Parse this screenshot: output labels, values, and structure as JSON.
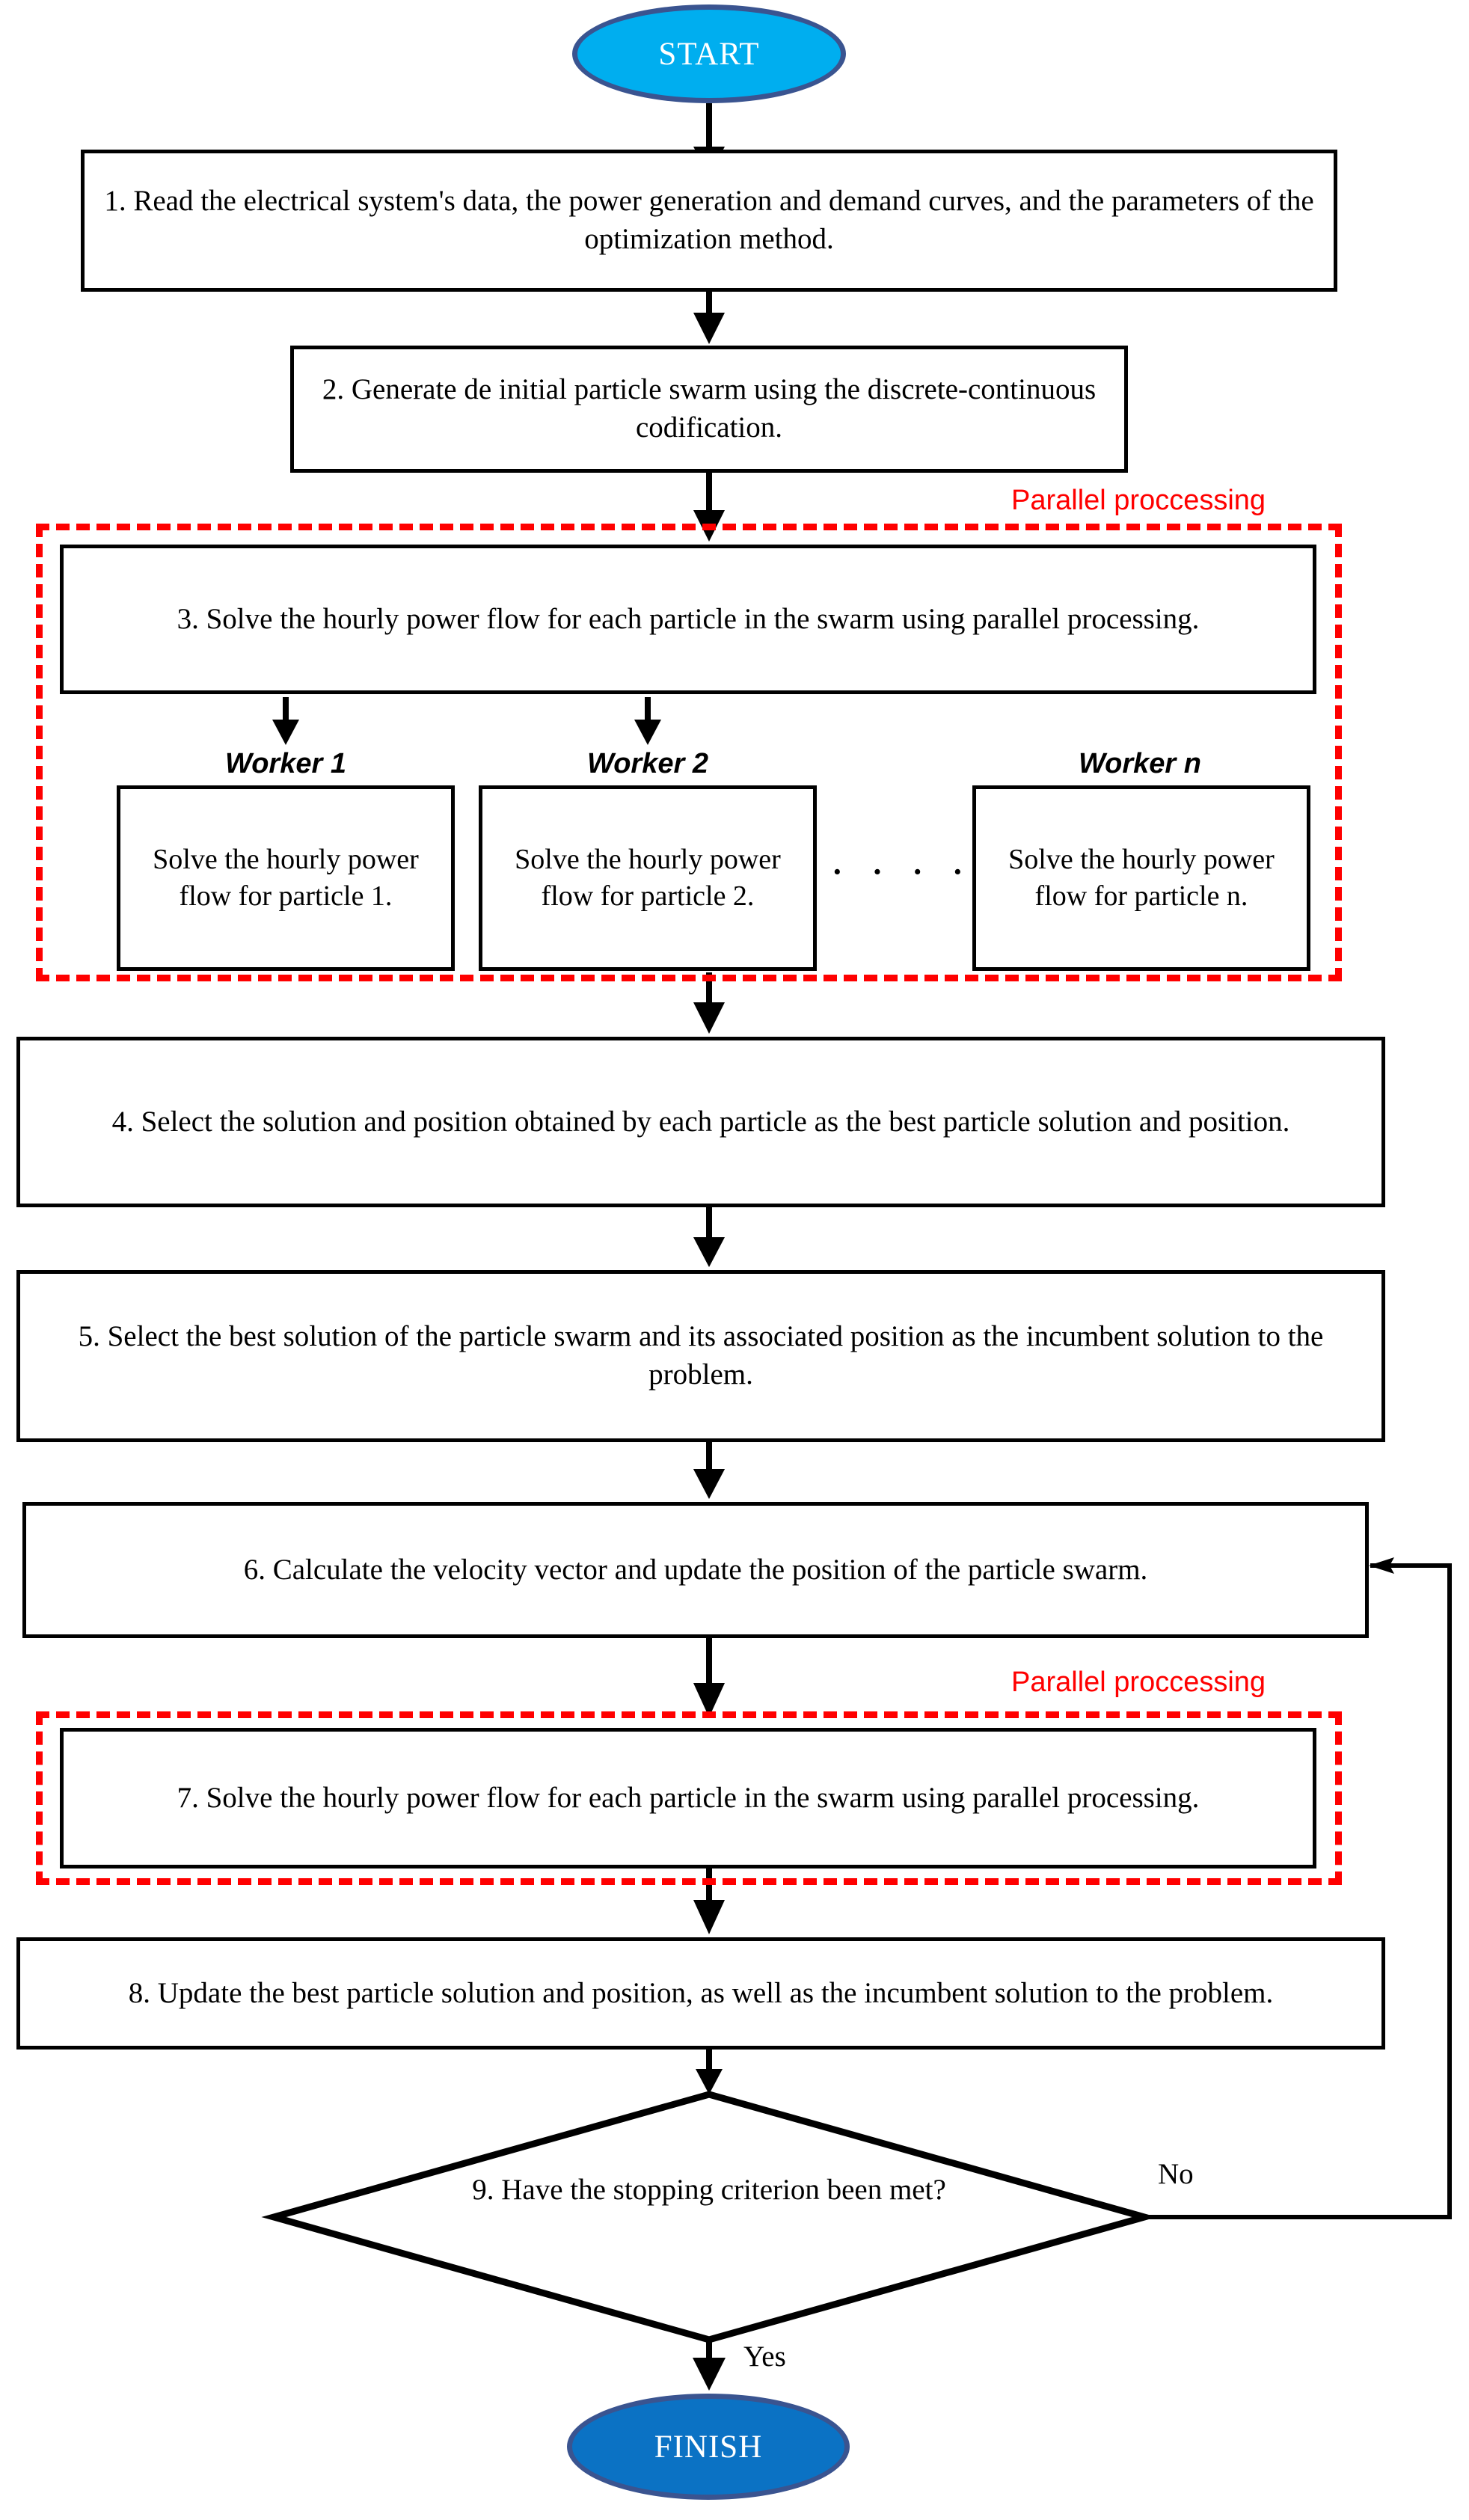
{
  "diagram": {
    "title": "Parallel PSO optimization flowchart",
    "colors": {
      "start_fill": "#00AEEF",
      "finish_fill": "#0B72C4",
      "terminal_border": "#3A5490",
      "parallel_accent": "#FF0000",
      "node_border": "#000000",
      "background": "#FFFFFF"
    },
    "start": {
      "label": "START"
    },
    "finish": {
      "label": "FINISH"
    },
    "steps": [
      {
        "id": "step-1",
        "number": "1.",
        "text": "1.   Read the electrical system's data, the power generation and demand curves, and the parameters of the optimization method."
      },
      {
        "id": "step-2",
        "number": "2.",
        "text": "2.   Generate de initial particle swarm using the discrete-continuous codification."
      },
      {
        "id": "step-3",
        "number": "3.",
        "text": "3. Solve the hourly power flow for each particle in the swarm using parallel processing."
      },
      {
        "id": "step-4",
        "number": "4.",
        "text": "4. Select the solution and position obtained by each particle as the best particle solution and position."
      },
      {
        "id": "step-5",
        "number": "5.",
        "text": "5. Select the best solution of the particle swarm and its associated position as the incumbent solution to the problem."
      },
      {
        "id": "step-6",
        "number": "6.",
        "text": "6.  Calculate the velocity vector and update the position of the particle swarm."
      },
      {
        "id": "step-7",
        "number": "7.",
        "text": "7. Solve the hourly power flow for each particle in the swarm using parallel processing."
      },
      {
        "id": "step-8",
        "number": "8.",
        "text": "8. Update the best particle solution and position, as well as the incumbent solution to the problem."
      }
    ],
    "decision": {
      "id": "step-9",
      "number": "9.",
      "text": "9. Have the stopping criterion been met?",
      "yes_label": "Yes",
      "no_label": "No"
    },
    "parallel_groups": [
      {
        "id": "parallel-group-top",
        "label": "Parallel proccessing"
      },
      {
        "id": "parallel-group-bottom",
        "label": "Parallel proccessing"
      }
    ],
    "workers": [
      {
        "id": "worker-1",
        "title": "Worker 1",
        "text": "Solve the hourly power flow for particle 1."
      },
      {
        "id": "worker-2",
        "title": "Worker 2",
        "text": "Solve the hourly power flow for particle 2."
      },
      {
        "id": "worker-n",
        "title": "Worker n",
        "text": "Solve the hourly power flow for particle n."
      }
    ],
    "worker_ellipsis": "· · · ·"
  }
}
